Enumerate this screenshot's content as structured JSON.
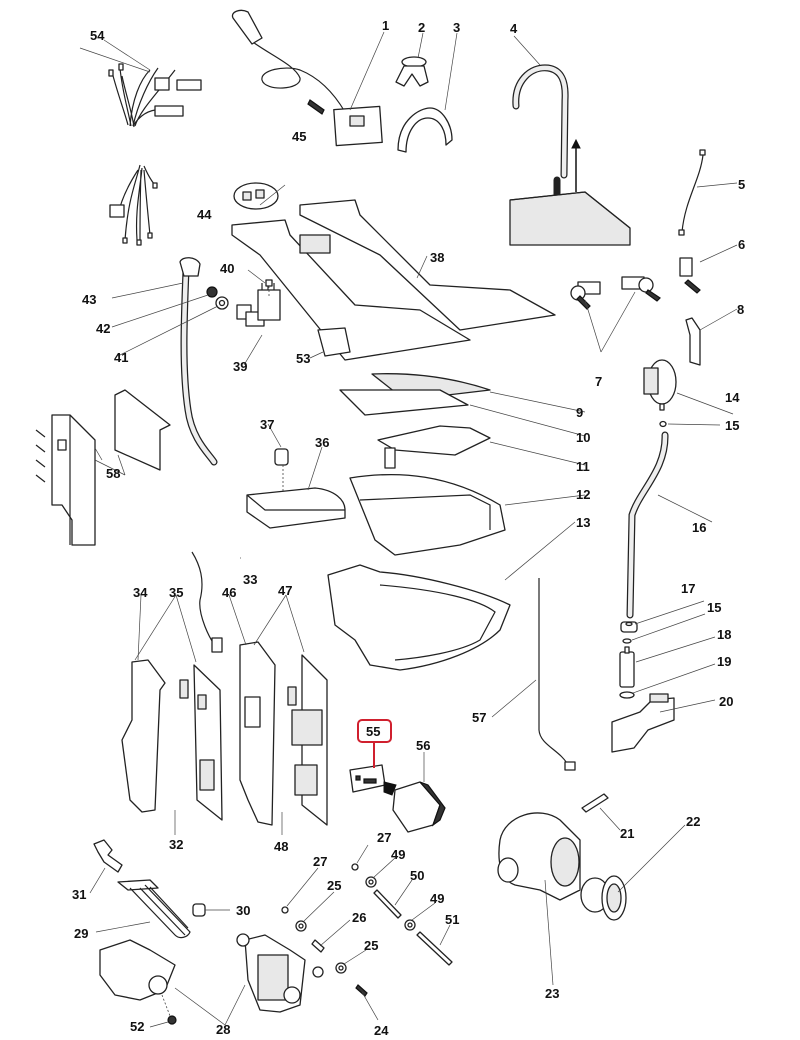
{
  "diagram": {
    "title": "Washing machine exploded parts diagram",
    "highlight_color": "#d0202e",
    "highlighted_part": "55"
  },
  "callouts": {
    "c1": "1",
    "c2": "2",
    "c3": "3",
    "c4": "4",
    "c5": "5",
    "c6": "6",
    "c7": "7",
    "c8": "8",
    "c9": "9",
    "c10": "10",
    "c11": "11",
    "c12": "12",
    "c13": "13",
    "c14": "14",
    "c15a": "15",
    "c15b": "15",
    "c16": "16",
    "c17": "17",
    "c18": "18",
    "c19": "19",
    "c20": "20",
    "c21": "21",
    "c22": "22",
    "c23": "23",
    "c24": "24",
    "c25a": "25",
    "c25b": "25",
    "c26": "26",
    "c27a": "27",
    "c27b": "27",
    "c28": "28",
    "c29": "29",
    "c30": "30",
    "c31": "31",
    "c32": "32",
    "c33": "33",
    "c34": "34",
    "c35": "35",
    "c36": "36",
    "c37": "37",
    "c38": "38",
    "c39": "39",
    "c40": "40",
    "c41": "41",
    "c42": "42",
    "c43": "43",
    "c44": "44",
    "c45": "45",
    "c46": "46",
    "c47": "47",
    "c48": "48",
    "c49a": "49",
    "c49b": "49",
    "c50": "50",
    "c51": "51",
    "c52": "52",
    "c53": "53",
    "c54": "54",
    "c55": "55",
    "c56": "56",
    "c57": "57",
    "c58": "58"
  }
}
